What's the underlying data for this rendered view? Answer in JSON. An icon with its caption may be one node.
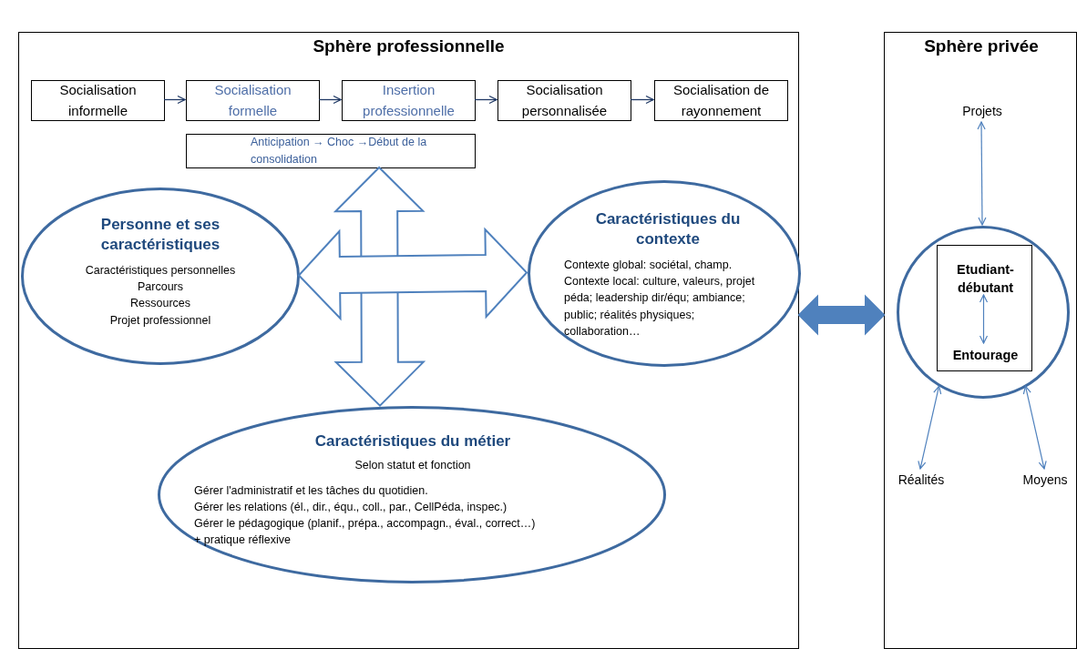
{
  "diagram": {
    "nodes": [
      {
        "text": [
          "Sphère professionnelle"
        ]
      },
      {
        "text": [
          "Socialisation informelle"
        ],
        "in": 0
      },
      {
        "text": [
          "Socialisation formelle"
        ],
        "in": 0
      },
      {
        "text": [
          "Insertion professionnelle"
        ],
        "in": 0
      },
      {
        "text": [
          "Socialisation personnalisée"
        ],
        "in": 0
      },
      {
        "text": [
          "Socialisation de rayonnement"
        ],
        "in": 0
      },
      {
        "text": [
          "Anticipation → Choc →Début de la consolidation"
        ],
        "in": 0
      },
      {
        "text": [
          "Personne et ses caractéristiques",
          "Caractéristiques personnelles",
          "Parcours",
          "Ressources",
          "Projet professionnel"
        ],
        "in": 0
      },
      {
        "text": [
          "Caractéristiques du contexte",
          "Contexte global: sociétal, champ.",
          "Contexte local: culture, valeurs, projet péda; leadership dir/équ; ambiance; public; réalités physiques; collaboration…"
        ],
        "in": 0
      },
      {
        "text": [
          "Caractéristiques du métier",
          "Selon statut et fonction",
          "Gérer l'administratif et les tâches du quotidien.",
          "Gérer les relations (él., dir., équ., coll., par., CellPéda, inspec.)",
          "Gérer le pédagogique (planif., prépa., accompagn., éval., correct…)",
          "+ pratique réflexive"
        ],
        "in": 0
      },
      {
        "text": [
          "Sphère privée"
        ]
      },
      {
        "text": [
          "Projets"
        ],
        "in": 10
      },
      {
        "text": [],
        "shape": "circle",
        "in": 10
      },
      {
        "text": [],
        "shape": "box",
        "in": 12
      },
      {
        "text": [
          "Etudiant-débutant"
        ],
        "in": 13
      },
      {
        "text": [
          "Entourage"
        ],
        "in": 13
      },
      {
        "text": [
          "Réalités"
        ],
        "in": 10
      },
      {
        "text": [
          "Moyens"
        ],
        "in": 10
      }
    ],
    "edges": [
      {
        "from": 1,
        "to": 2,
        "arrow": "to",
        "color": "#1f3864"
      },
      {
        "from": 2,
        "to": 3,
        "arrow": "to",
        "color": "#1f3864"
      },
      {
        "from": 3,
        "to": 4,
        "arrow": "to",
        "color": "#1f3864"
      },
      {
        "from": 4,
        "to": 5,
        "arrow": "to",
        "color": "#1f3864"
      },
      {
        "from": 6,
        "to": 9,
        "arrow": "both",
        "style": "thick",
        "color": "#4f81bd"
      },
      {
        "from": 7,
        "to": 8,
        "arrow": "both",
        "style": "thick",
        "color": "#4f81bd"
      },
      {
        "from": 0,
        "to": 10,
        "arrow": "both",
        "style": "thick",
        "color": "#4f81bd"
      },
      {
        "from": 11,
        "to": 12,
        "arrow": "both",
        "color": "#4f81bd"
      },
      {
        "from": 14,
        "to": 15,
        "arrow": "both",
        "color": "#4f81bd"
      },
      {
        "from": 12,
        "to": 16,
        "arrow": "both",
        "color": "#4f81bd"
      },
      {
        "from": 12,
        "to": 17,
        "arrow": "both",
        "color": "#4f81bd"
      }
    ]
  }
}
